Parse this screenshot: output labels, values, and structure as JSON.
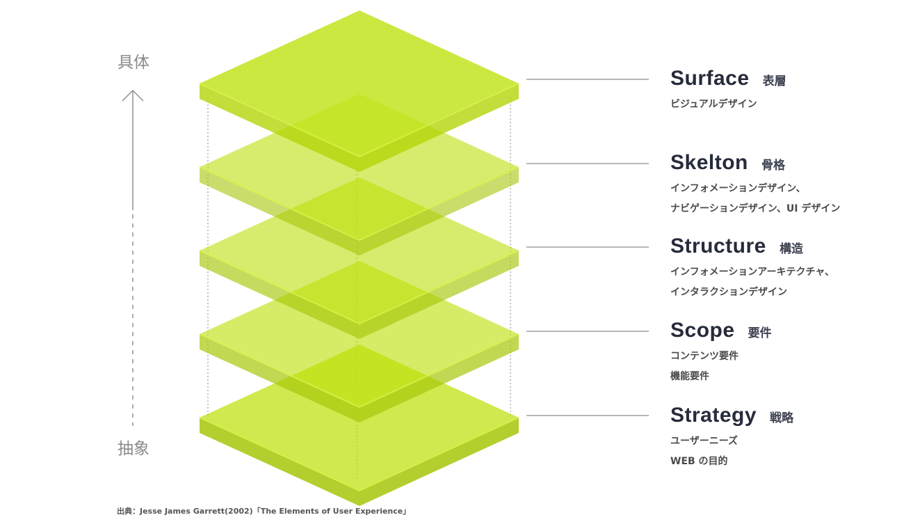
{
  "axis": {
    "top_label": "具体",
    "bottom_label": "抽象"
  },
  "colors": {
    "layer_fill": "#bde00a",
    "layer_edge": "#d8f24a",
    "guide_line": "#8a8a8a",
    "connector_line": "#8c8c8c",
    "title_text": "#262b3b"
  },
  "layers": [
    {
      "name": "Surface",
      "jp": "表層",
      "lines": [
        "ビジュアルデザイン"
      ]
    },
    {
      "name": "Skelton",
      "jp": "骨格",
      "lines": [
        "インフォメーションデザイン、",
        "ナビゲーションデザイン、UI デザイン"
      ]
    },
    {
      "name": "Structure",
      "jp": "構造",
      "lines": [
        "インフォメーションアーキテクチャ、",
        "インタラクションデザイン"
      ]
    },
    {
      "name": "Scope",
      "jp": "要件",
      "lines": [
        "コンテンツ要件",
        "機能要件"
      ]
    },
    {
      "name": "Strategy",
      "jp": "戦略",
      "lines": [
        "ユーザーニーズ",
        "WEB の目的"
      ]
    }
  ],
  "source": "出典：Jesse James Garrett(2002)「The Elements of User Experience」"
}
